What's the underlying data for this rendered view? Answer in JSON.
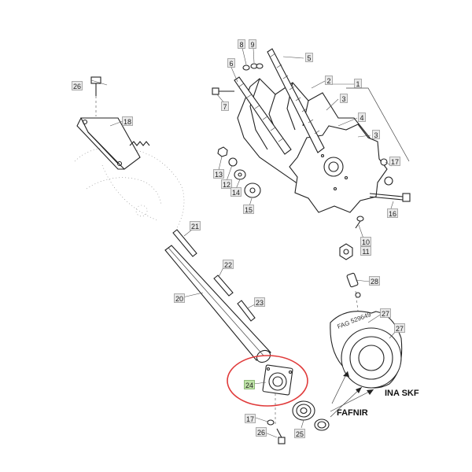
{
  "parts": [
    {
      "id": "p1",
      "num": "1"
    },
    {
      "id": "p2",
      "num": "2"
    },
    {
      "id": "p3a",
      "num": "3"
    },
    {
      "id": "p3b",
      "num": "3"
    },
    {
      "id": "p4",
      "num": "4"
    },
    {
      "id": "p5",
      "num": "5"
    },
    {
      "id": "p6",
      "num": "6"
    },
    {
      "id": "p7",
      "num": "7"
    },
    {
      "id": "p8",
      "num": "8"
    },
    {
      "id": "p9",
      "num": "9"
    },
    {
      "id": "p10",
      "num": "10"
    },
    {
      "id": "p11",
      "num": "11"
    },
    {
      "id": "p12",
      "num": "12"
    },
    {
      "id": "p13",
      "num": "13"
    },
    {
      "id": "p14",
      "num": "14"
    },
    {
      "id": "p15",
      "num": "15"
    },
    {
      "id": "p16",
      "num": "16"
    },
    {
      "id": "p17a",
      "num": "17"
    },
    {
      "id": "p17b",
      "num": "17"
    },
    {
      "id": "p18",
      "num": "18"
    },
    {
      "id": "p20",
      "num": "20"
    },
    {
      "id": "p21",
      "num": "21"
    },
    {
      "id": "p22",
      "num": "22"
    },
    {
      "id": "p23",
      "num": "23"
    },
    {
      "id": "p24",
      "num": "24",
      "highlighted": true
    },
    {
      "id": "p25",
      "num": "25"
    },
    {
      "id": "p26a",
      "num": "26"
    },
    {
      "id": "p26b",
      "num": "26"
    },
    {
      "id": "p27a",
      "num": "27"
    },
    {
      "id": "p27b",
      "num": "27"
    },
    {
      "id": "p28",
      "num": "28"
    }
  ],
  "bearing_stamp": "529649",
  "bearing_prefix": "FAG",
  "brands": {
    "ina_skf": "INA SKF",
    "fafnir": "FAFNIR"
  },
  "colors": {
    "highlight_ring": "#e03a3a",
    "highlight_label": "#bfe3a8",
    "ink": "#222222"
  }
}
